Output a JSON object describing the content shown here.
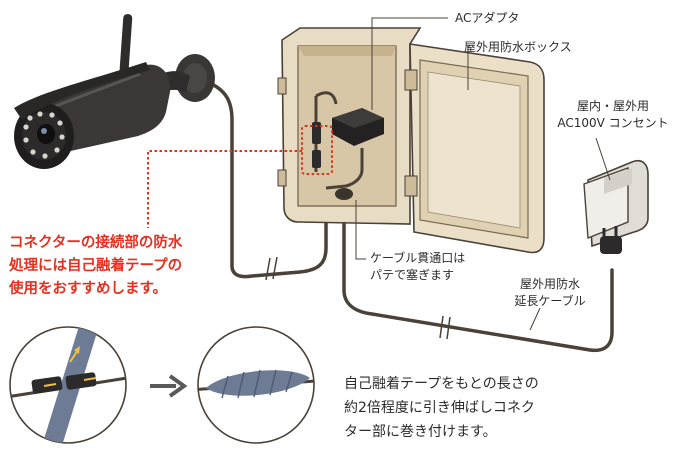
{
  "labels": {
    "ac_adapter": "ACアダプタ",
    "outdoor_box": "屋外用防水ボックス",
    "outlet_line1": "屋内・屋外用",
    "outlet_line2": "AC100V コンセント",
    "cable_hole_line1": "ケーブル貫通口は",
    "cable_hole_line2": "パテで塞ぎます",
    "extension_line1": "屋外用防水",
    "extension_line2": "延長ケーブル"
  },
  "warning": {
    "line1": "コネクターの接続部の防水",
    "line2": "処理には自己融着テープの",
    "line3": "使用をおすすめします。"
  },
  "instruction": {
    "line1": "自己融着テープをもとの長さの",
    "line2": "約2倍程度に引き伸ばしコネク",
    "line3": "ター部に巻き付けます。"
  },
  "colors": {
    "accent_red": "#e5301f",
    "cable": "#4a4138",
    "box_beige": "#e6d8bf",
    "camera": "#3a3736",
    "tape": "#6d7b94"
  }
}
